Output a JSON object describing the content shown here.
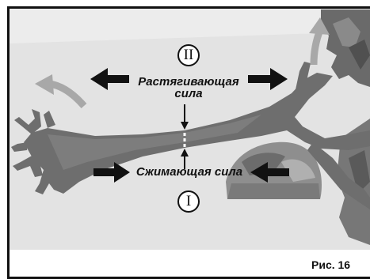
{
  "diagram": {
    "tension": {
      "roman": "II",
      "line1": "Растягивающая",
      "line2": "сила"
    },
    "compression": {
      "roman": "I",
      "text": "Сжимающая сила"
    },
    "figure_label": "Рис. 16"
  },
  "colors": {
    "branch": "#6e6e6e",
    "background": "#e2e2e2",
    "arrow": "#111111",
    "motion_arrow": "#a8a8a8"
  }
}
